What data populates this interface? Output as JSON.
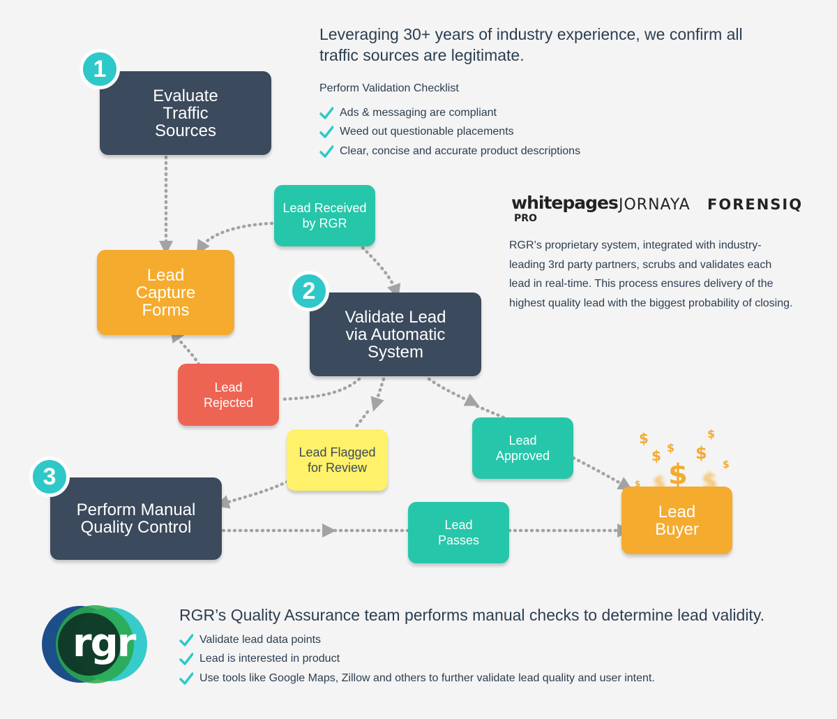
{
  "header": {
    "headline": "Leveraging 30+ years of industry experience, we confirm all\ntraffic sources are legitimate.",
    "checklist_title": "Perform Validation Checklist",
    "checklist": [
      "Ads & messaging are compliant",
      "Weed out questionable placements",
      "Clear, concise and accurate product descriptions"
    ]
  },
  "partners": {
    "whitepages": "whitepages",
    "whitepages_sub": "PRO",
    "jornaya": "JORNAYA",
    "forensiq": "FORENSIQ",
    "description": "RGR’s proprietary system, integrated with industry-\nleading 3rd party partners, scrubs and validates each\nlead in real-time. This process ensures delivery of the\nhighest quality lead with the biggest probability of closing."
  },
  "steps": [
    {
      "number": "1",
      "label": "Evaluate\nTraffic\nSources"
    },
    {
      "number": "2",
      "label": "Validate Lead\nvia Automatic\nSystem"
    },
    {
      "number": "3",
      "label": "Perform Manual\nQuality Control"
    }
  ],
  "nodes": {
    "lead_capture": "Lead\nCapture\nForms",
    "lead_received": "Lead Received\nby RGR",
    "lead_rejected": "Lead\nRejected",
    "lead_flagged": "Lead Flagged\nfor Review",
    "lead_approved": "Lead\nApproved",
    "lead_passes": "Lead\nPasses",
    "lead_buyer": "Lead\nBuyer"
  },
  "footer": {
    "logo_text": "rgr",
    "headline": "RGR’s Quality Assurance team performs manual checks to determine lead validity.",
    "checklist": [
      "Validate lead data points",
      "Lead is interested in product",
      "Use tools like Google Maps, Zillow and others to further validate lead quality and user intent."
    ]
  },
  "colors": {
    "dark": "#3b4a5c",
    "orange": "#f5ab2e",
    "teal": "#26c6aa",
    "red": "#ee6453",
    "yellow": "#fff169",
    "badge": "#2ec8c8",
    "check": "#2ec8c8",
    "arrow": "#a3a3a3"
  },
  "icons": {
    "check": "check-mark-icon",
    "dollar": "dollar-sign-icon"
  }
}
